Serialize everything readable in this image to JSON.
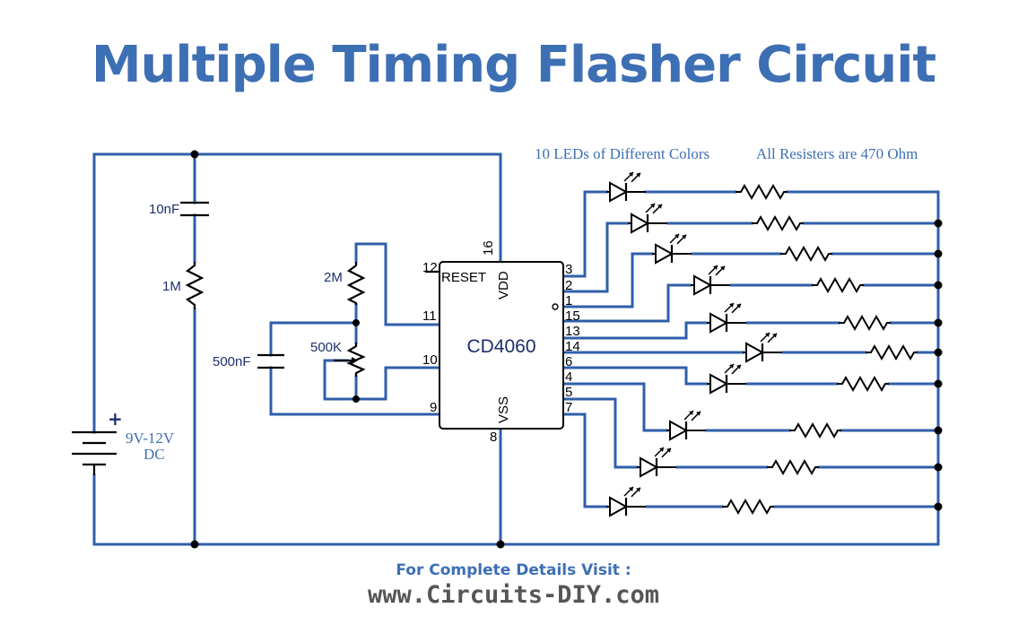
{
  "title": "Multiple Timing Flasher Circuit",
  "notes": {
    "leds": "10 LEDs of Different Colors",
    "resistors": "All Resisters are 470 Ohm"
  },
  "components": {
    "cap_top": "10nF",
    "res_top": "1M",
    "res_2m": "2M",
    "pot": "500K",
    "cap_timing": "500nF",
    "battery_plus": "+",
    "battery_line1": "9V-12V",
    "battery_line2": "DC"
  },
  "ic": {
    "name": "CD4060",
    "reset": "RESET",
    "vdd": "VDD",
    "vss": "VSS",
    "pin_reset": "12",
    "pin_vdd": "16",
    "pin_11": "11",
    "pin_10": "10",
    "pin_9": "9",
    "pin_vss": "8",
    "outputs": [
      "3",
      "2",
      "1",
      "15",
      "13",
      "14",
      "6",
      "4",
      "5",
      "7"
    ]
  },
  "footer": {
    "line1": "For Complete Details Visit :",
    "line2": "www.Circuits-DIY.com"
  },
  "colors": {
    "wire": "#2f5faa",
    "title": "#3d6fb4",
    "footer_url": "#555555"
  }
}
